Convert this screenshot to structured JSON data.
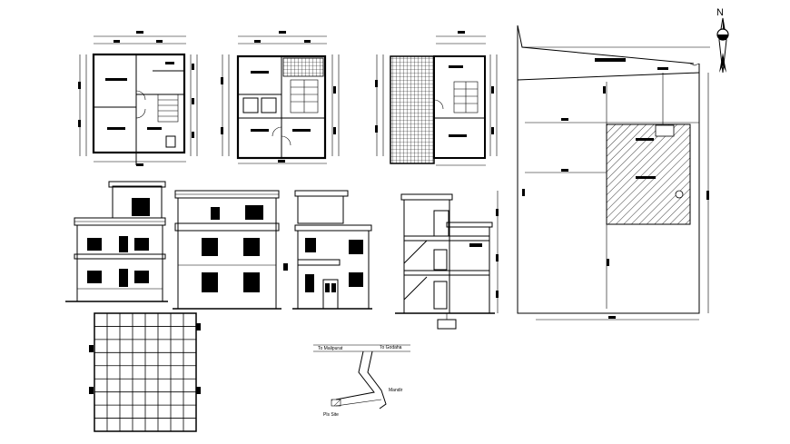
{
  "north_label": "N",
  "location_map": {
    "road_left_label": "To Malipurat",
    "road_right_label": "To Godaha",
    "site_label": "Pls Site",
    "junction_label": "Mandir"
  },
  "colors": {
    "ink": "#000000",
    "paper": "#ffffff"
  }
}
